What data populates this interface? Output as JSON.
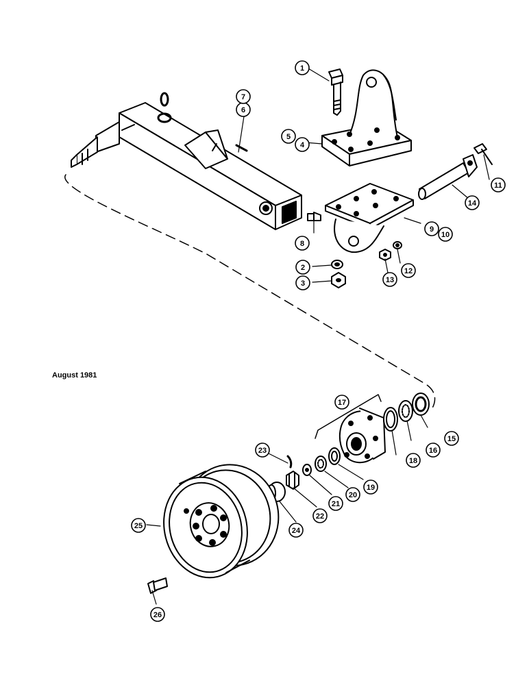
{
  "date_label": "August 1981",
  "callouts": [
    "1",
    "2",
    "3",
    "4",
    "5",
    "6",
    "7",
    "8",
    "9",
    "10",
    "11",
    "12",
    "13",
    "14",
    "15",
    "16",
    "17",
    "18",
    "19",
    "20",
    "21",
    "22",
    "23",
    "24",
    "25",
    "26"
  ]
}
